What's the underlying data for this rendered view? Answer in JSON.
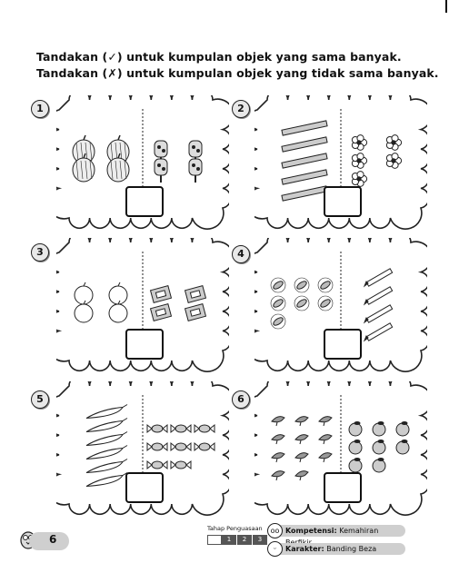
{
  "instructions": {
    "line1": "Tandakan (✓) untuk kumpulan objek yang sama banyak.",
    "line2": "Tandakan (✗) untuk kumpulan objek yang tidak sama banyak."
  },
  "exercises": [
    {
      "number": "1",
      "left_object": "durian-icon",
      "left_count": 4,
      "right_object": "ice-cream-icon",
      "right_count": 4
    },
    {
      "number": "2",
      "left_object": "ruler-icon",
      "left_count": 5,
      "right_object": "flower-icon",
      "right_count": 5
    },
    {
      "number": "3",
      "left_object": "apple-icon",
      "left_count": 4,
      "right_object": "book-icon",
      "right_count": 4
    },
    {
      "number": "4",
      "left_object": "leaf-icon",
      "left_count": 7,
      "right_object": "pencil-icon",
      "right_count": 4
    },
    {
      "number": "5",
      "left_object": "chili-icon",
      "left_count": 6,
      "right_object": "candy-icon",
      "right_count": 8
    },
    {
      "number": "6",
      "left_object": "bird-icon",
      "left_count": 11,
      "right_object": "orange-icon",
      "right_count": 8
    }
  ],
  "footer": {
    "page_number": "6",
    "tahap_label": "Tahap Penguasaan",
    "tahap_levels": [
      "1",
      "2",
      "3"
    ],
    "kompetensi_label": "Kompetensi:",
    "kompetensi_value": "Kemahiran Berfikir",
    "karakter_label": "Karakter:",
    "karakter_value": "Banding Beza"
  }
}
